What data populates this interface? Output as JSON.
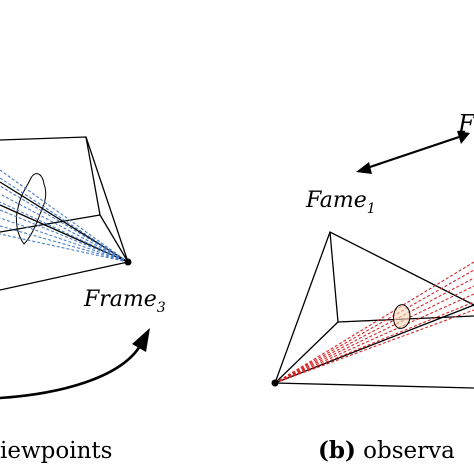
{
  "left_panel": {
    "frame_label": {
      "base": "Frame",
      "sub": "3"
    },
    "caption_fragment": "iewpoints",
    "ray_color": "#4a7ec9"
  },
  "right_panel": {
    "frame_label": {
      "base": "Fame",
      "sub": "1"
    },
    "caption_marker": "(b)",
    "caption_fragment": " observa",
    "ray_color": "#d62728"
  }
}
